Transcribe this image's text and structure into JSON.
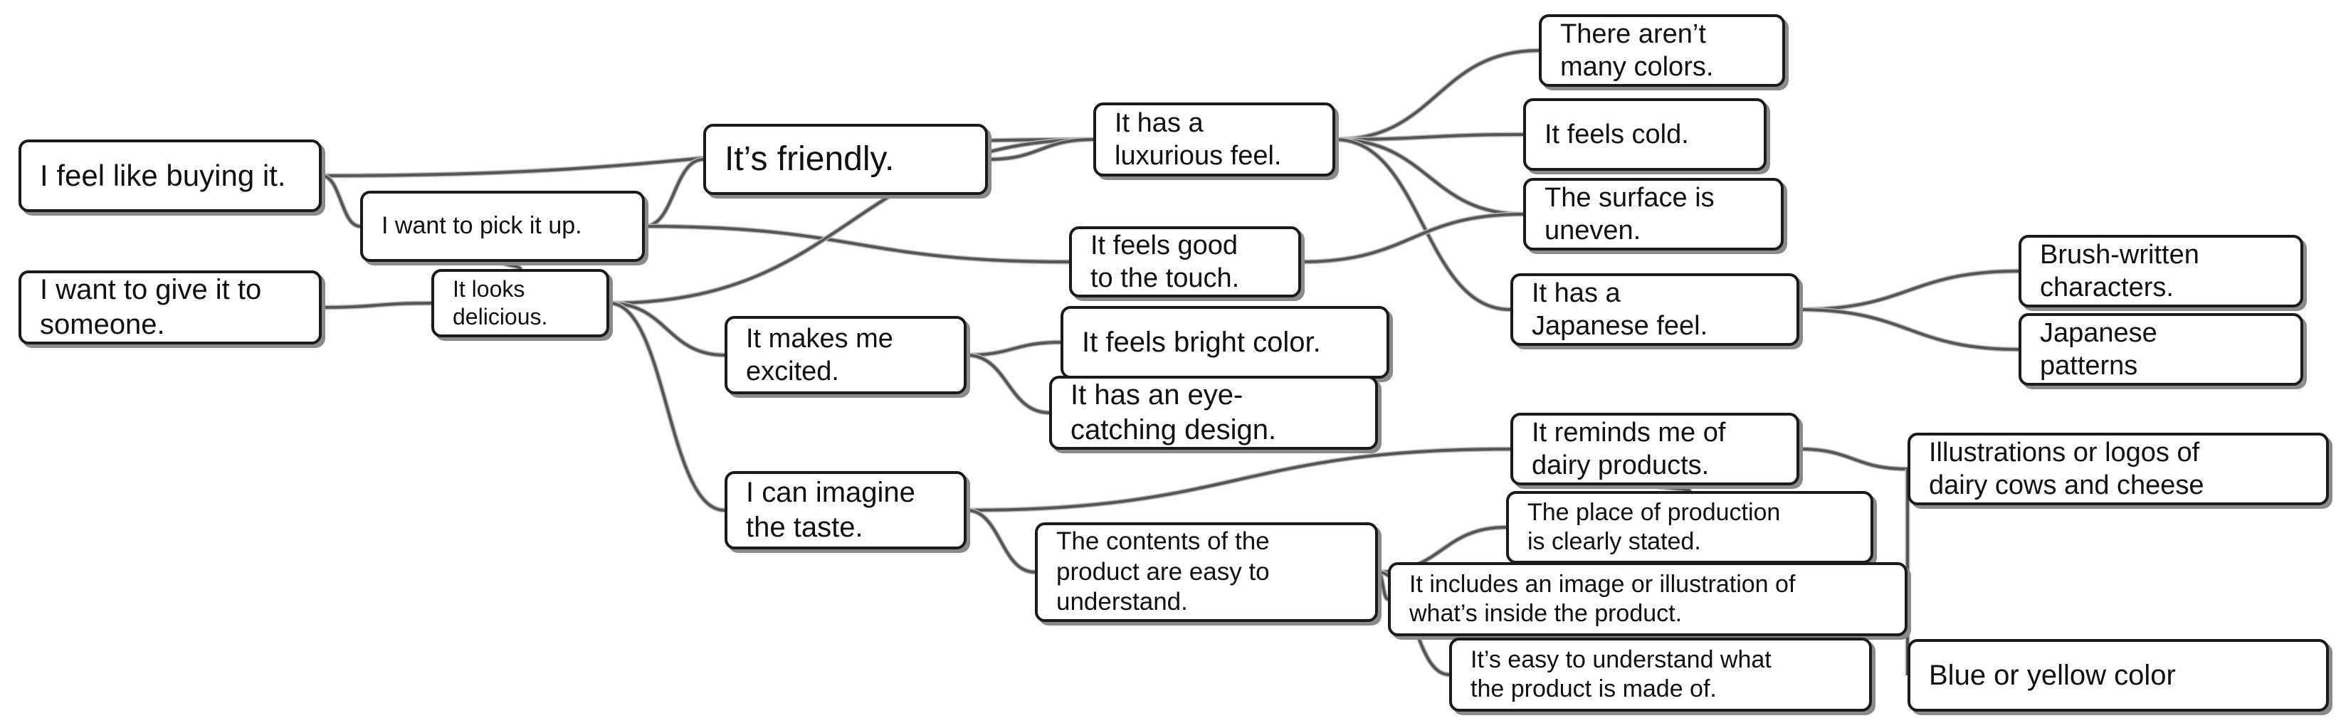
{
  "diagram": {
    "line_color": "#555555",
    "nodes": [
      {
        "id": "buying",
        "text": "I feel like buying it."
      },
      {
        "id": "pick",
        "text": "I want to pick it up."
      },
      {
        "id": "give",
        "text": "I want to give it to\nsomeone."
      },
      {
        "id": "delicious",
        "text": "It looks\ndelicious."
      },
      {
        "id": "friendly",
        "text": "It’s friendly."
      },
      {
        "id": "luxurious",
        "text": "It has a\nluxurious feel."
      },
      {
        "id": "touch",
        "text": "It feels good\nto the touch."
      },
      {
        "id": "excited",
        "text": "It makes me\nexcited."
      },
      {
        "id": "bright",
        "text": "It feels bright color."
      },
      {
        "id": "eyecatch",
        "text": "It has an eye-\ncatching design."
      },
      {
        "id": "taste",
        "text": "I can imagine\nthe taste."
      },
      {
        "id": "contents",
        "text": "The contents of the\nproduct are easy to\nunderstand."
      },
      {
        "id": "colors",
        "text": "There aren’t\nmany colors."
      },
      {
        "id": "cold",
        "text": "It feels cold."
      },
      {
        "id": "uneven",
        "text": "The surface is\nuneven."
      },
      {
        "id": "japanese",
        "text": "It has a\nJapanese feel."
      },
      {
        "id": "dairy",
        "text": "It reminds me of\ndairy products."
      },
      {
        "id": "place",
        "text": "The place of production\nis clearly stated."
      },
      {
        "id": "image",
        "text": "It includes an image or illustration of\nwhat’s inside the product."
      },
      {
        "id": "madeof",
        "text": "It’s easy to understand what\nthe product is made of."
      },
      {
        "id": "brush",
        "text": "Brush-written\ncharacters."
      },
      {
        "id": "patterns",
        "text": "Japanese\npatterns"
      },
      {
        "id": "cows",
        "text": "Illustrations or logos of\ndairy cows and cheese"
      },
      {
        "id": "blueyellow",
        "text": "Blue or yellow color"
      }
    ],
    "links": [
      [
        "buying",
        "luxurious"
      ],
      [
        "buying",
        "pick"
      ],
      [
        "pick",
        "friendly"
      ],
      [
        "pick",
        "delicious"
      ],
      [
        "pick",
        "touch"
      ],
      [
        "give",
        "delicious"
      ],
      [
        "delicious",
        "luxurious"
      ],
      [
        "delicious",
        "excited"
      ],
      [
        "delicious",
        "taste"
      ],
      [
        "friendly",
        "luxurious"
      ],
      [
        "luxurious",
        "colors"
      ],
      [
        "luxurious",
        "cold"
      ],
      [
        "luxurious",
        "uneven"
      ],
      [
        "luxurious",
        "japanese"
      ],
      [
        "touch",
        "uneven"
      ],
      [
        "excited",
        "bright"
      ],
      [
        "excited",
        "eyecatch"
      ],
      [
        "taste",
        "dairy"
      ],
      [
        "taste",
        "contents"
      ],
      [
        "contents",
        "place"
      ],
      [
        "contents",
        "image"
      ],
      [
        "contents",
        "madeof"
      ],
      [
        "japanese",
        "brush"
      ],
      [
        "japanese",
        "patterns"
      ],
      [
        "dairy",
        "cows"
      ],
      [
        "dairy",
        "place"
      ],
      [
        "image",
        "cows"
      ],
      [
        "image",
        "blueyellow"
      ]
    ]
  }
}
